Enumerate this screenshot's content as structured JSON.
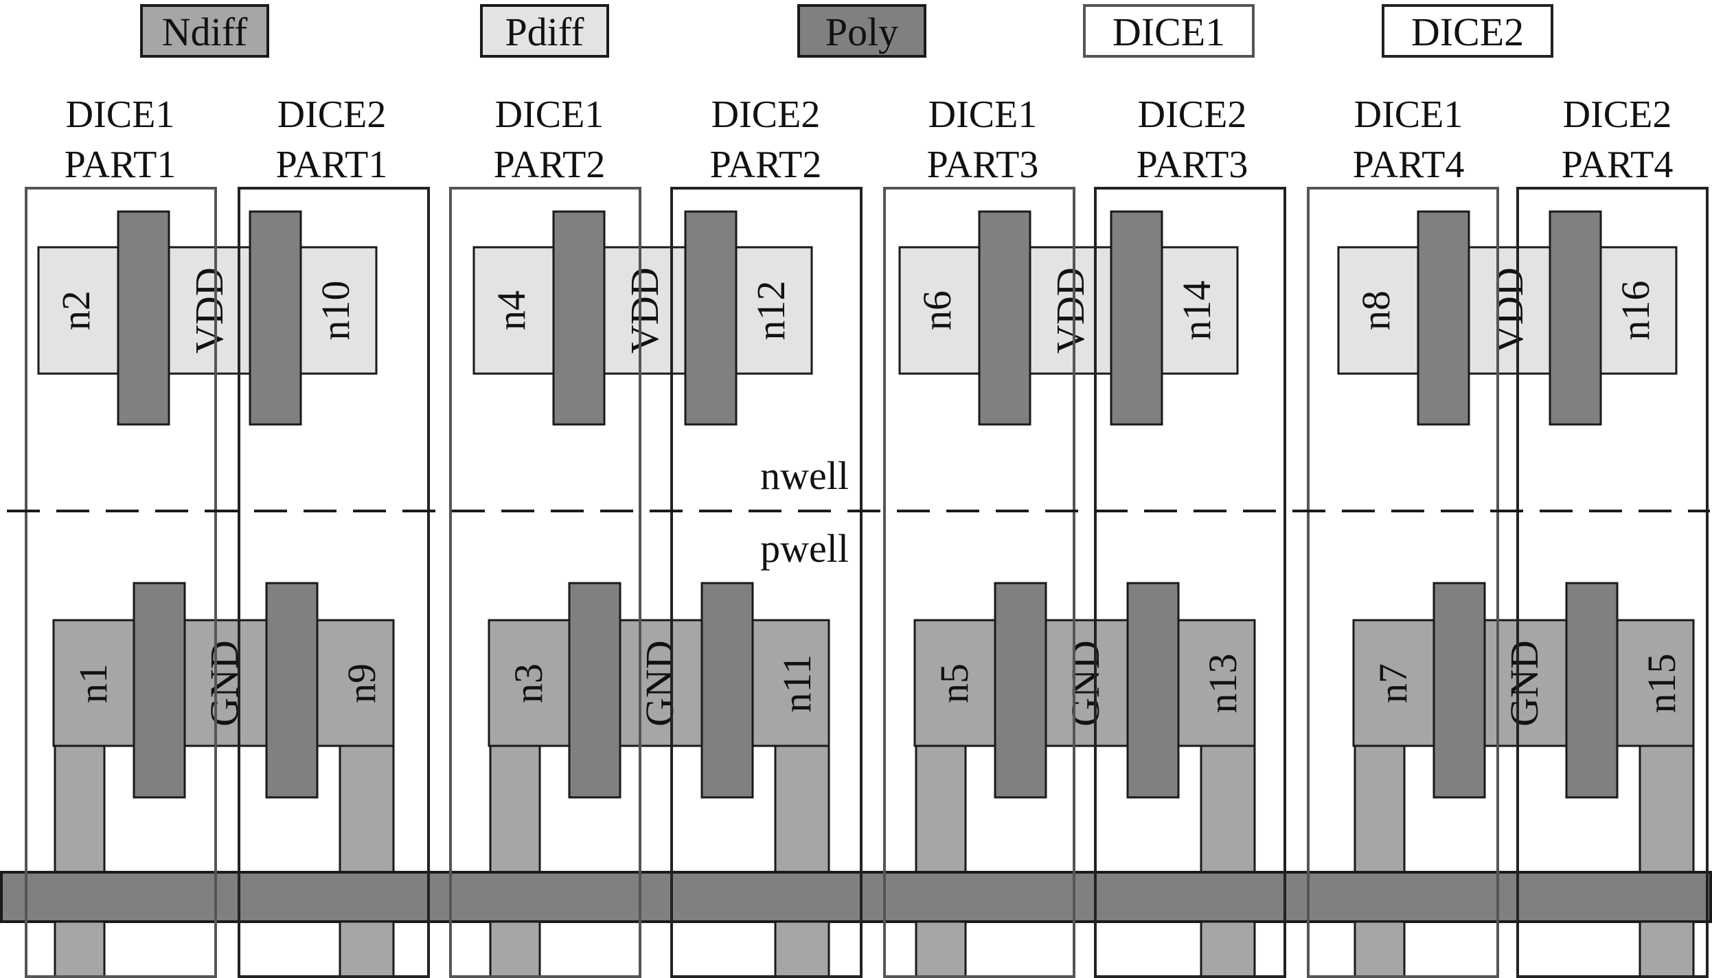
{
  "legend": [
    {
      "label": "Ndiff",
      "fill": "#a6a6a6"
    },
    {
      "label": "Pdiff",
      "fill": "#e3e3e3"
    },
    {
      "label": "Poly",
      "fill": "#808080"
    },
    {
      "label": "DICE1",
      "fill": "#ffffff",
      "stroke": "#555555"
    },
    {
      "label": "DICE2",
      "fill": "#ffffff",
      "stroke": "#222222"
    }
  ],
  "columns": [
    {
      "line1": "DICE1",
      "line2": "PART1"
    },
    {
      "line1": "DICE2",
      "line2": "PART1"
    },
    {
      "line1": "DICE1",
      "line2": "PART2"
    },
    {
      "line1": "DICE2",
      "line2": "PART2"
    },
    {
      "line1": "DICE1",
      "line2": "PART3"
    },
    {
      "line1": "DICE2",
      "line2": "PART3"
    },
    {
      "line1": "DICE1",
      "line2": "PART4"
    },
    {
      "line1": "DICE2",
      "line2": "PART4"
    }
  ],
  "wells": {
    "nwell": "nwell",
    "pwell": "pwell"
  },
  "groups": [
    {
      "p_left": "n2",
      "p_mid": "VDD",
      "p_right": "n10",
      "n_left": "n1",
      "n_mid": "GND",
      "n_right": "n9"
    },
    {
      "p_left": "n4",
      "p_mid": "VDD",
      "p_right": "n12",
      "n_left": "n3",
      "n_mid": "GND",
      "n_right": "n11"
    },
    {
      "p_left": "n6",
      "p_mid": "VDD",
      "p_right": "n14",
      "n_left": "n5",
      "n_mid": "GND",
      "n_right": "n13"
    },
    {
      "p_left": "n8",
      "p_mid": "VDD",
      "p_right": "n16",
      "n_left": "n7",
      "n_mid": "GND",
      "n_right": "n15"
    }
  ],
  "colors": {
    "ndiff": "#a6a6a6",
    "pdiff": "#e3e3e3",
    "poly": "#808080",
    "dice1_border": "#555555",
    "dice2_border": "#222222"
  }
}
